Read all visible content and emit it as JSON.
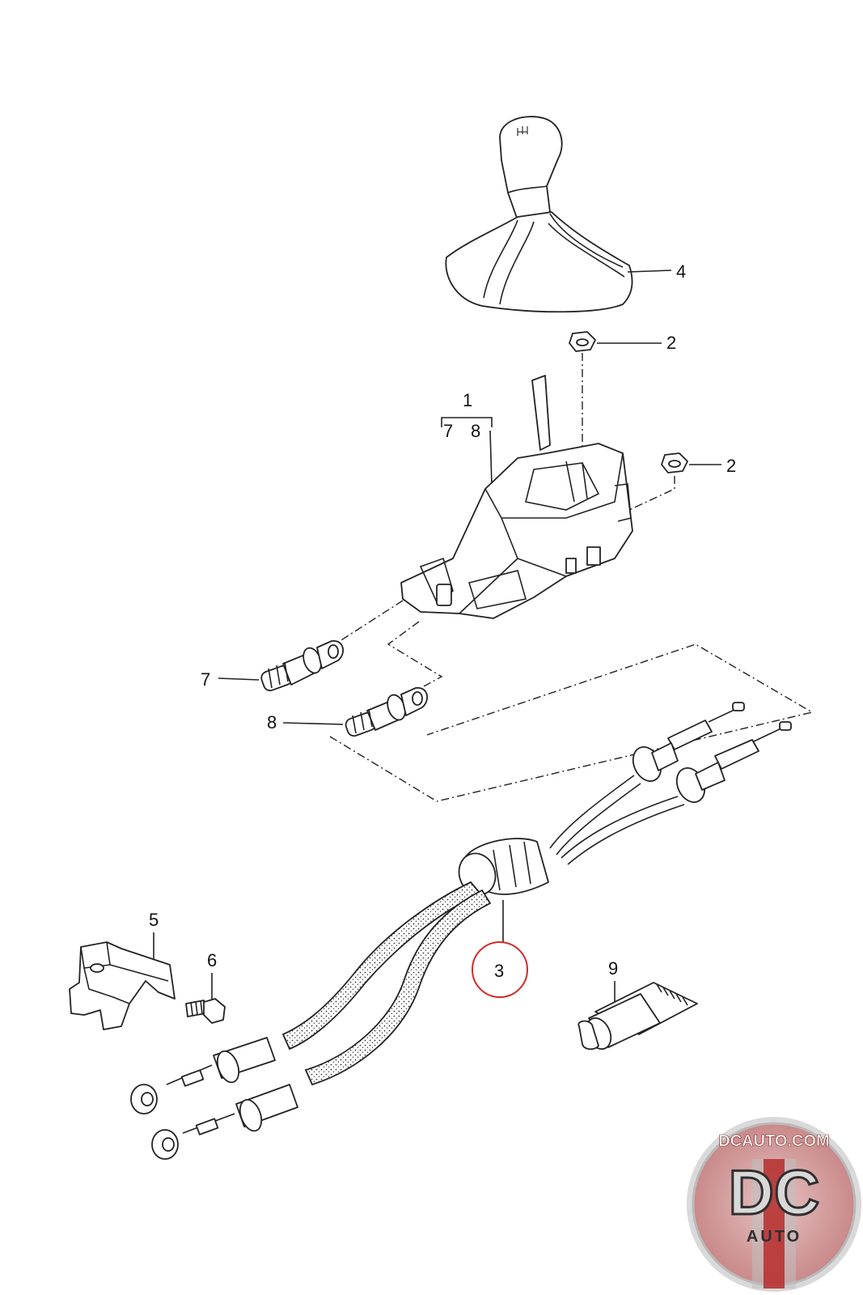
{
  "callouts": {
    "c1": "1",
    "c2a": "2",
    "c2b": "2",
    "c3": "3",
    "c4": "4",
    "c5": "5",
    "c6": "6",
    "c7": "7",
    "c7b": "7",
    "c8": "8",
    "c8b": "8",
    "c9": "9"
  },
  "highlight": {
    "part": "3",
    "color": "#d42a2a"
  },
  "logo": {
    "top": "DCAUTO.COM",
    "mark": "DC",
    "bottom": "AUTO",
    "colors": {
      "ring": "#c9c9c9",
      "red": "#b72b2b",
      "dark": "#2f2f2f"
    }
  },
  "icons": [
    "shift-knob-icon",
    "flange-nut-icon",
    "shift-console-icon",
    "cable-bushing-icon",
    "shift-cable-icon",
    "bracket-icon",
    "bolt-icon",
    "grease-tube-icon"
  ]
}
